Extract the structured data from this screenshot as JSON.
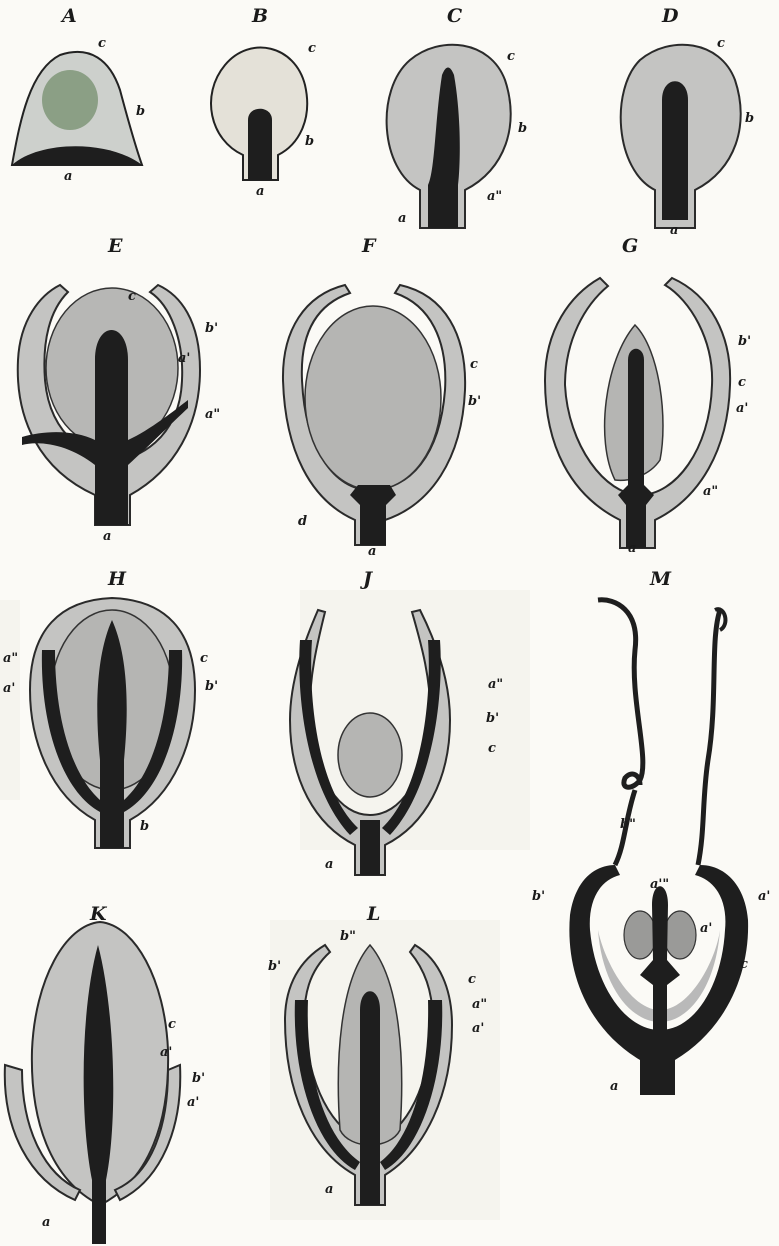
{
  "figures": [
    {
      "id": "A",
      "labels": [
        "c",
        "b",
        "a"
      ]
    },
    {
      "id": "B",
      "labels": [
        "c",
        "b",
        "a"
      ]
    },
    {
      "id": "C",
      "labels": [
        "c",
        "b",
        "a\"",
        "a"
      ]
    },
    {
      "id": "D",
      "labels": [
        "c",
        "b",
        "a"
      ]
    },
    {
      "id": "E",
      "labels": [
        "c",
        "b'",
        "a'",
        "a\"",
        "a"
      ]
    },
    {
      "id": "F",
      "labels": [
        "c",
        "b'",
        "d",
        "a"
      ]
    },
    {
      "id": "G",
      "labels": [
        "b'",
        "c",
        "a'",
        "a\"",
        "a"
      ]
    },
    {
      "id": "H",
      "labels": [
        "a\"",
        "c",
        "a'",
        "b'",
        "b"
      ]
    },
    {
      "id": "J",
      "labels": [
        "a\"",
        "b'",
        "c",
        "a"
      ]
    },
    {
      "id": "M",
      "labels": [
        "b\"",
        "a'\"",
        "b'",
        "a'",
        "a'",
        "c",
        "a"
      ]
    },
    {
      "id": "K",
      "labels": [
        "c",
        "a'",
        "b'",
        "a'",
        "a"
      ]
    },
    {
      "id": "L",
      "labels": [
        "b\"",
        "b'",
        "c",
        "a\"",
        "a'",
        "a"
      ]
    }
  ]
}
